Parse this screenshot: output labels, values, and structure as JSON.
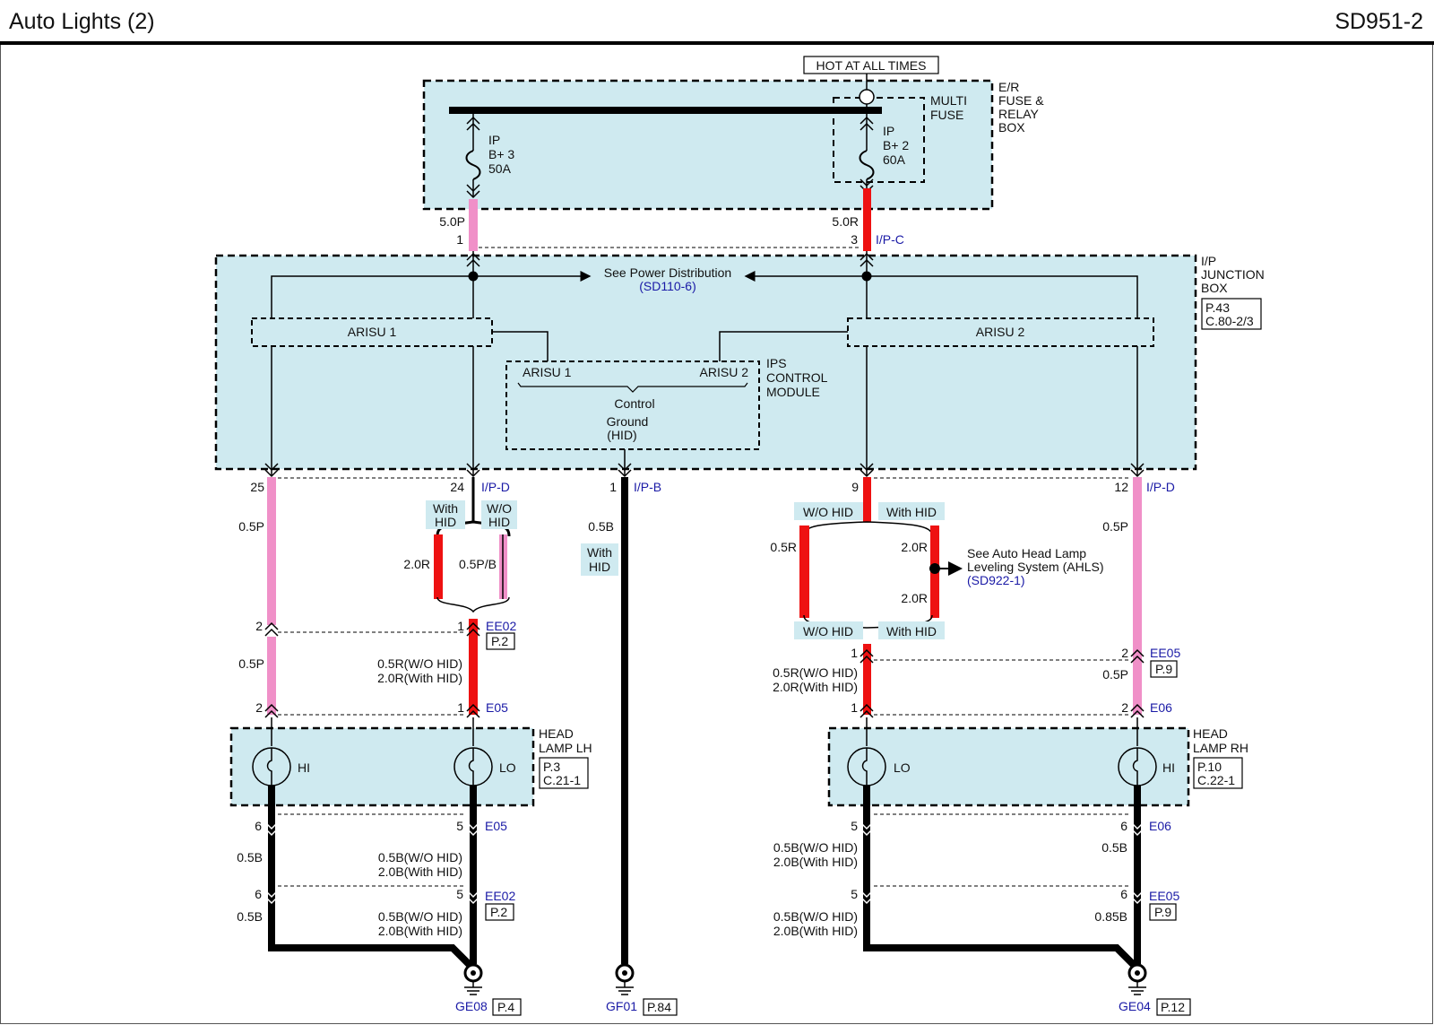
{
  "header": {
    "title": "Auto Lights (2)",
    "code": "SD951-2"
  },
  "colors": {
    "box_fill": "#cfeaf0",
    "pink_wire": "#f090c8",
    "red_wire": "#ee1111",
    "black_wire": "#000000",
    "link_blue": "#1a1aa6"
  },
  "power": {
    "hot_label": "HOT AT ALL TIMES",
    "er_box": [
      "E/R",
      "FUSE &",
      "RELAY",
      "BOX"
    ],
    "multi_fuse": [
      "MULTI",
      "FUSE"
    ],
    "fuse_left": [
      "IP",
      "B+ 3",
      "50A"
    ],
    "fuse_right": [
      "IP",
      "B+ 2",
      "60A"
    ],
    "wire_left": "5.0P",
    "wire_right": "5.0R",
    "pin_left": "1",
    "pin_right": "3",
    "connector_right": "I/P-C"
  },
  "junction": {
    "label": [
      "I/P",
      "JUNCTION",
      "BOX"
    ],
    "ref": [
      "P.43",
      "C.80-2/3"
    ],
    "see_power": "See Power Distribution",
    "see_power_ref": "(SD110-6)",
    "arisu1": "ARISU 1",
    "arisu2": "ARISU 2",
    "ips_label": [
      "IPS",
      "CONTROL",
      "MODULE"
    ],
    "ips_arisu1": "ARISU 1",
    "ips_arisu2": "ARISU 2",
    "ips_control": "Control",
    "ips_ground": [
      "Ground",
      "(HID)"
    ]
  },
  "left": {
    "pin25": "25",
    "pin24": "24",
    "conn_ipd": "I/P-D",
    "wire_05p": "0.5P",
    "with_hid": [
      "With",
      "HID"
    ],
    "wo_hid": [
      "W/O",
      "HID"
    ],
    "wire_20r": "2.0R",
    "wire_05pb": "0.5P/B",
    "pin2": "2",
    "pin1": "1",
    "conn_ee02": "EE02",
    "ref_p2": "P.2",
    "wire_05p_2": "0.5P",
    "wire_mix_r": [
      "0.5R(W/O HID)",
      "2.0R(With HID)"
    ],
    "conn_e05": "E05",
    "lamp_label": [
      "HEAD",
      "LAMP LH"
    ],
    "lamp_ref": [
      "P.3",
      "C.21-1"
    ],
    "hi": "HI",
    "lo": "LO",
    "pin6": "6",
    "pin5": "5",
    "wire_05b": "0.5B",
    "wire_mix_b": [
      "0.5B(W/O HID)",
      "2.0B(With HID)"
    ],
    "ground": "GE08",
    "ground_ref": "P.4"
  },
  "middle": {
    "pin1": "1",
    "conn_ipb": "I/P-B",
    "wire_05b": "0.5B",
    "with_hid": [
      "With",
      "HID"
    ],
    "ground": "GF01",
    "ground_ref": "P.84"
  },
  "right": {
    "pin9": "9",
    "pin12": "12",
    "conn_ipd": "I/P-D",
    "wo_hid": "W/O HID",
    "with_hid": "With HID",
    "wire_05r": "0.5R",
    "wire_20r": "2.0R",
    "see_ahls": [
      "See Auto Head Lamp",
      "Leveling System (AHLS)"
    ],
    "see_ahls_ref": "(SD922-1)",
    "wire_05p": "0.5P",
    "pin1": "1",
    "pin2": "2",
    "conn_ee05": "EE05",
    "ref_p9": "P.9",
    "wire_mix_r": [
      "0.5R(W/O HID)",
      "2.0R(With HID)"
    ],
    "conn_e06": "E06",
    "lamp_label": [
      "HEAD",
      "LAMP RH"
    ],
    "lamp_ref": [
      "P.10",
      "C.22-1"
    ],
    "lo": "LO",
    "hi": "HI",
    "pin5": "5",
    "pin6": "6",
    "wire_mix_b": [
      "0.5B(W/O HID)",
      "2.0B(With HID)"
    ],
    "wire_05b": "0.5B",
    "wire_085b": "0.85B",
    "ground": "GE04",
    "ground_ref": "P.12"
  }
}
